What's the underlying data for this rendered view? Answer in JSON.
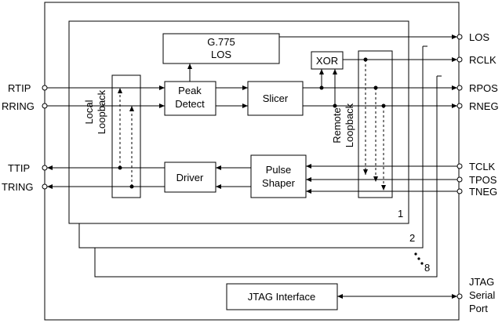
{
  "blocks": {
    "los_line1": "G.775",
    "los_line2": "LOS",
    "peak_line1": "Peak",
    "peak_line2": "Detect",
    "slicer": "Slicer",
    "xor": "XOR",
    "driver": "Driver",
    "pulse_line1": "Pulse",
    "pulse_line2": "Shaper",
    "jtag_interface": "JTAG Interface",
    "local_loopback_line1": "Local",
    "local_loopback_line2": "Loopback",
    "remote_loopback_line1": "Remote",
    "remote_loopback_line2": "Loopback"
  },
  "pins_left": {
    "rtip": "RTIP",
    "rring": "RRING",
    "ttip": "TTIP",
    "tring": "TRING"
  },
  "pins_right": {
    "los": "LOS",
    "rclk": "RCLK",
    "rpos": "RPOS",
    "rneg": "RNEG",
    "tclk": "TCLK",
    "tpos": "TPOS",
    "tneg": "TNEG",
    "jtag_line1": "JTAG",
    "jtag_line2": "Serial",
    "jtag_line3": "Port"
  },
  "channels": {
    "first": "1",
    "second": "2",
    "last": "8"
  }
}
